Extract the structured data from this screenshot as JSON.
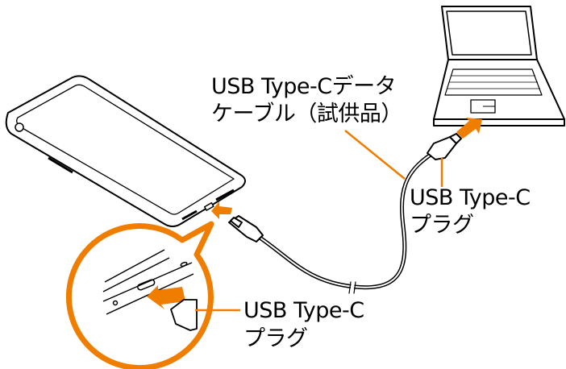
{
  "labels": {
    "cable_line1": "USB Type-Cデータ",
    "cable_line2": "ケーブル（試供品）",
    "plug_pc_line1": "USB Type-C",
    "plug_pc_line2": "プラグ",
    "plug_phone_line1": "USB Type-C",
    "plug_phone_line2": "プラグ"
  },
  "colors": {
    "accent": "#ee7d00",
    "line": "#000000"
  }
}
